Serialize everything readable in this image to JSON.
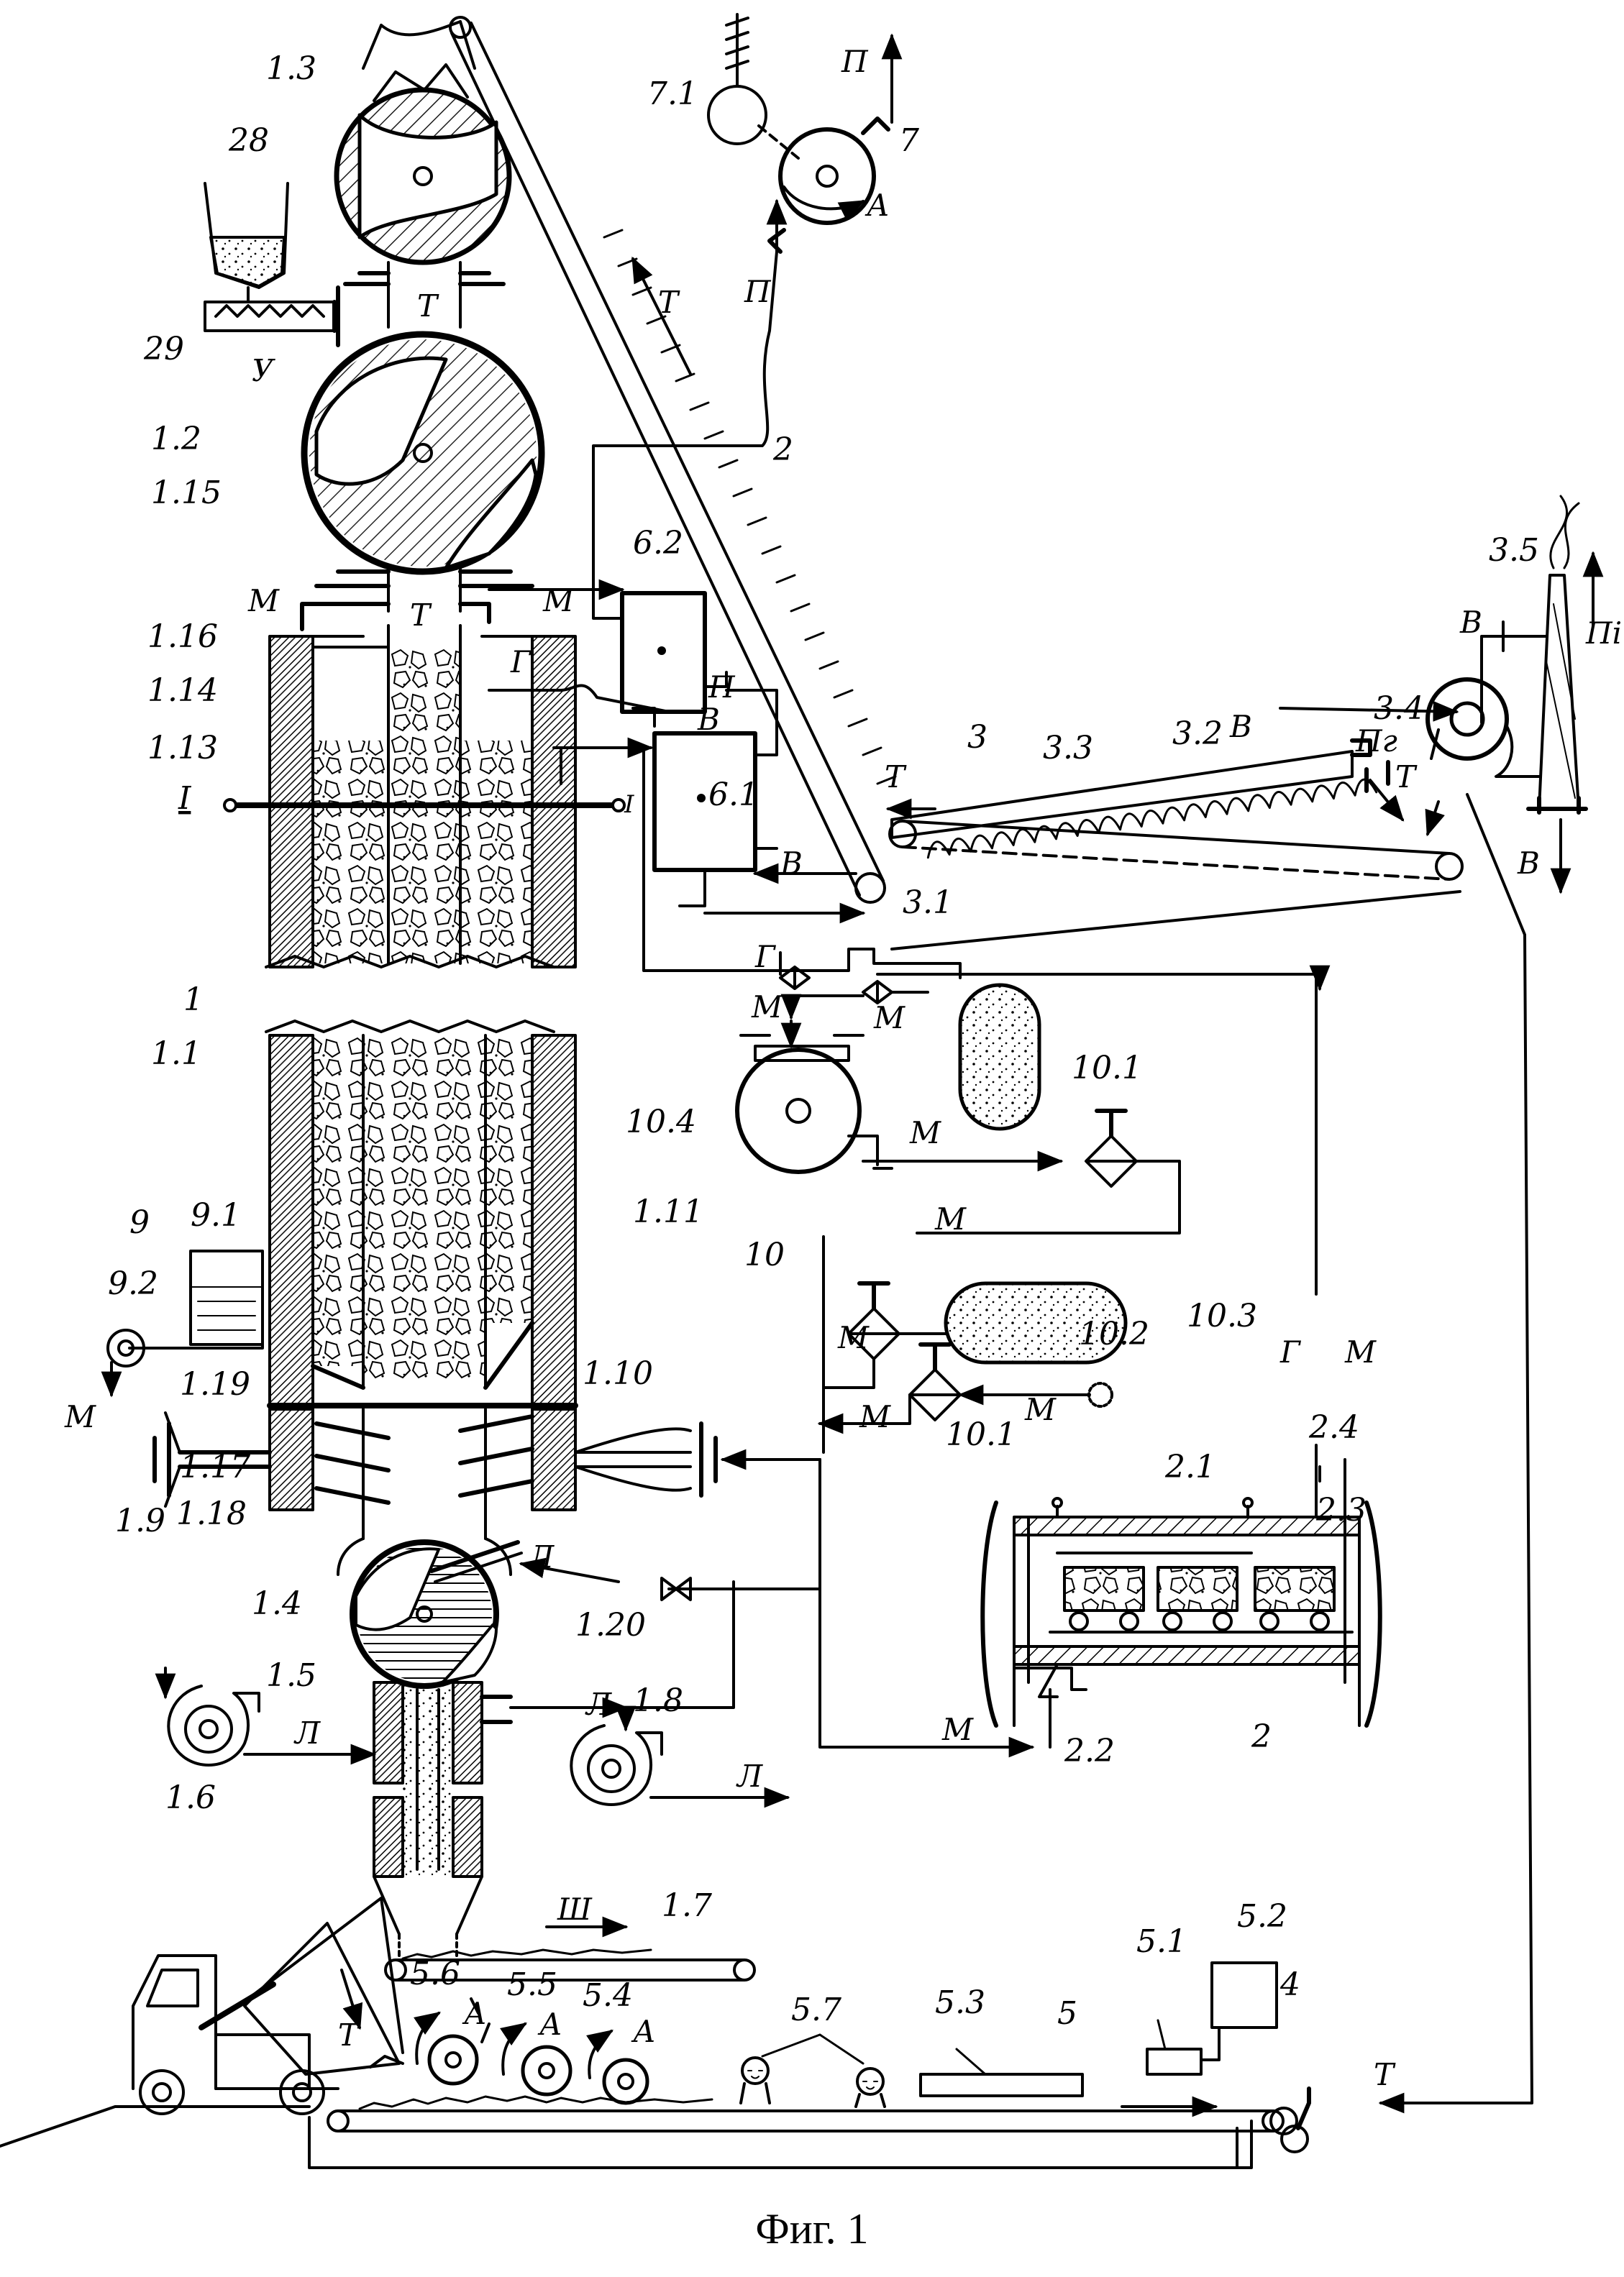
{
  "figure": {
    "caption": "Фиг. 1",
    "labels": {
      "l28": "28",
      "l29": "29",
      "l13": "1.3",
      "l12": "1.2",
      "l115": "1.15",
      "l116": "1.16",
      "l114": "1.14",
      "l113": "1.13",
      "l1": "1",
      "l11": "1.1",
      "l119": "1.19",
      "l117": "1.17",
      "l118": "1.18",
      "l14": "1.4",
      "l15": "1.5",
      "l16": "1.6",
      "l17": "1.7",
      "l18": "1.8",
      "l19": "1.9",
      "l110": "1.10",
      "l111": "1.11",
      "l120": "1.20",
      "l9": "9",
      "l91": "9.1",
      "l92": "9.2",
      "l71": "7.1",
      "l7": "7",
      "l2": "2",
      "l21": "2.1",
      "l22": "2.2",
      "l23": "2.3",
      "l24": "2.4",
      "l2b": "2",
      "l3": "3",
      "l31": "3.1",
      "l32": "3.2",
      "l33": "3.3",
      "l34": "3.4",
      "l35": "3.5",
      "l4": "4",
      "l5": "5",
      "l51": "5.1",
      "l52": "5.2",
      "l53": "5.3",
      "l54": "5.4",
      "l55": "5.5",
      "l56": "5.6",
      "l57": "5.7",
      "l61": "6.1",
      "l62": "6.2",
      "l10": "10",
      "l101a": "10.1",
      "l101b": "10.1",
      "l102": "10.2",
      "l103": "10.3",
      "l104": "10.4",
      "roman": "I",
      "roman2": "I"
    },
    "flows": {
      "T1": "Т",
      "T2": "Т",
      "T3": "Т",
      "T4": "Т",
      "T5": "Т",
      "T6": "Т",
      "T7": "Т",
      "U": "У",
      "M1": "М",
      "M2": "М",
      "M3": "М",
      "M4": "М",
      "M5": "М",
      "M6": "М",
      "M7": "М",
      "M8": "М",
      "M9": "М",
      "M10": "М",
      "M11": "М",
      "M12": "М",
      "G1": "Г",
      "G2": "Г",
      "G3": "Г",
      "P1": "П",
      "P2": "П",
      "P3": "П",
      "Pg": "Пг",
      "Pi": "Пi",
      "V1": "В",
      "V2": "В",
      "V3": "В",
      "V4": "В",
      "V5": "В",
      "L1": "Л",
      "L2": "Л",
      "L3": "Л",
      "L4": "Л",
      "Sh": "Ш",
      "A1": "А",
      "A2": "А",
      "A3": "А",
      "A4": "А"
    }
  }
}
